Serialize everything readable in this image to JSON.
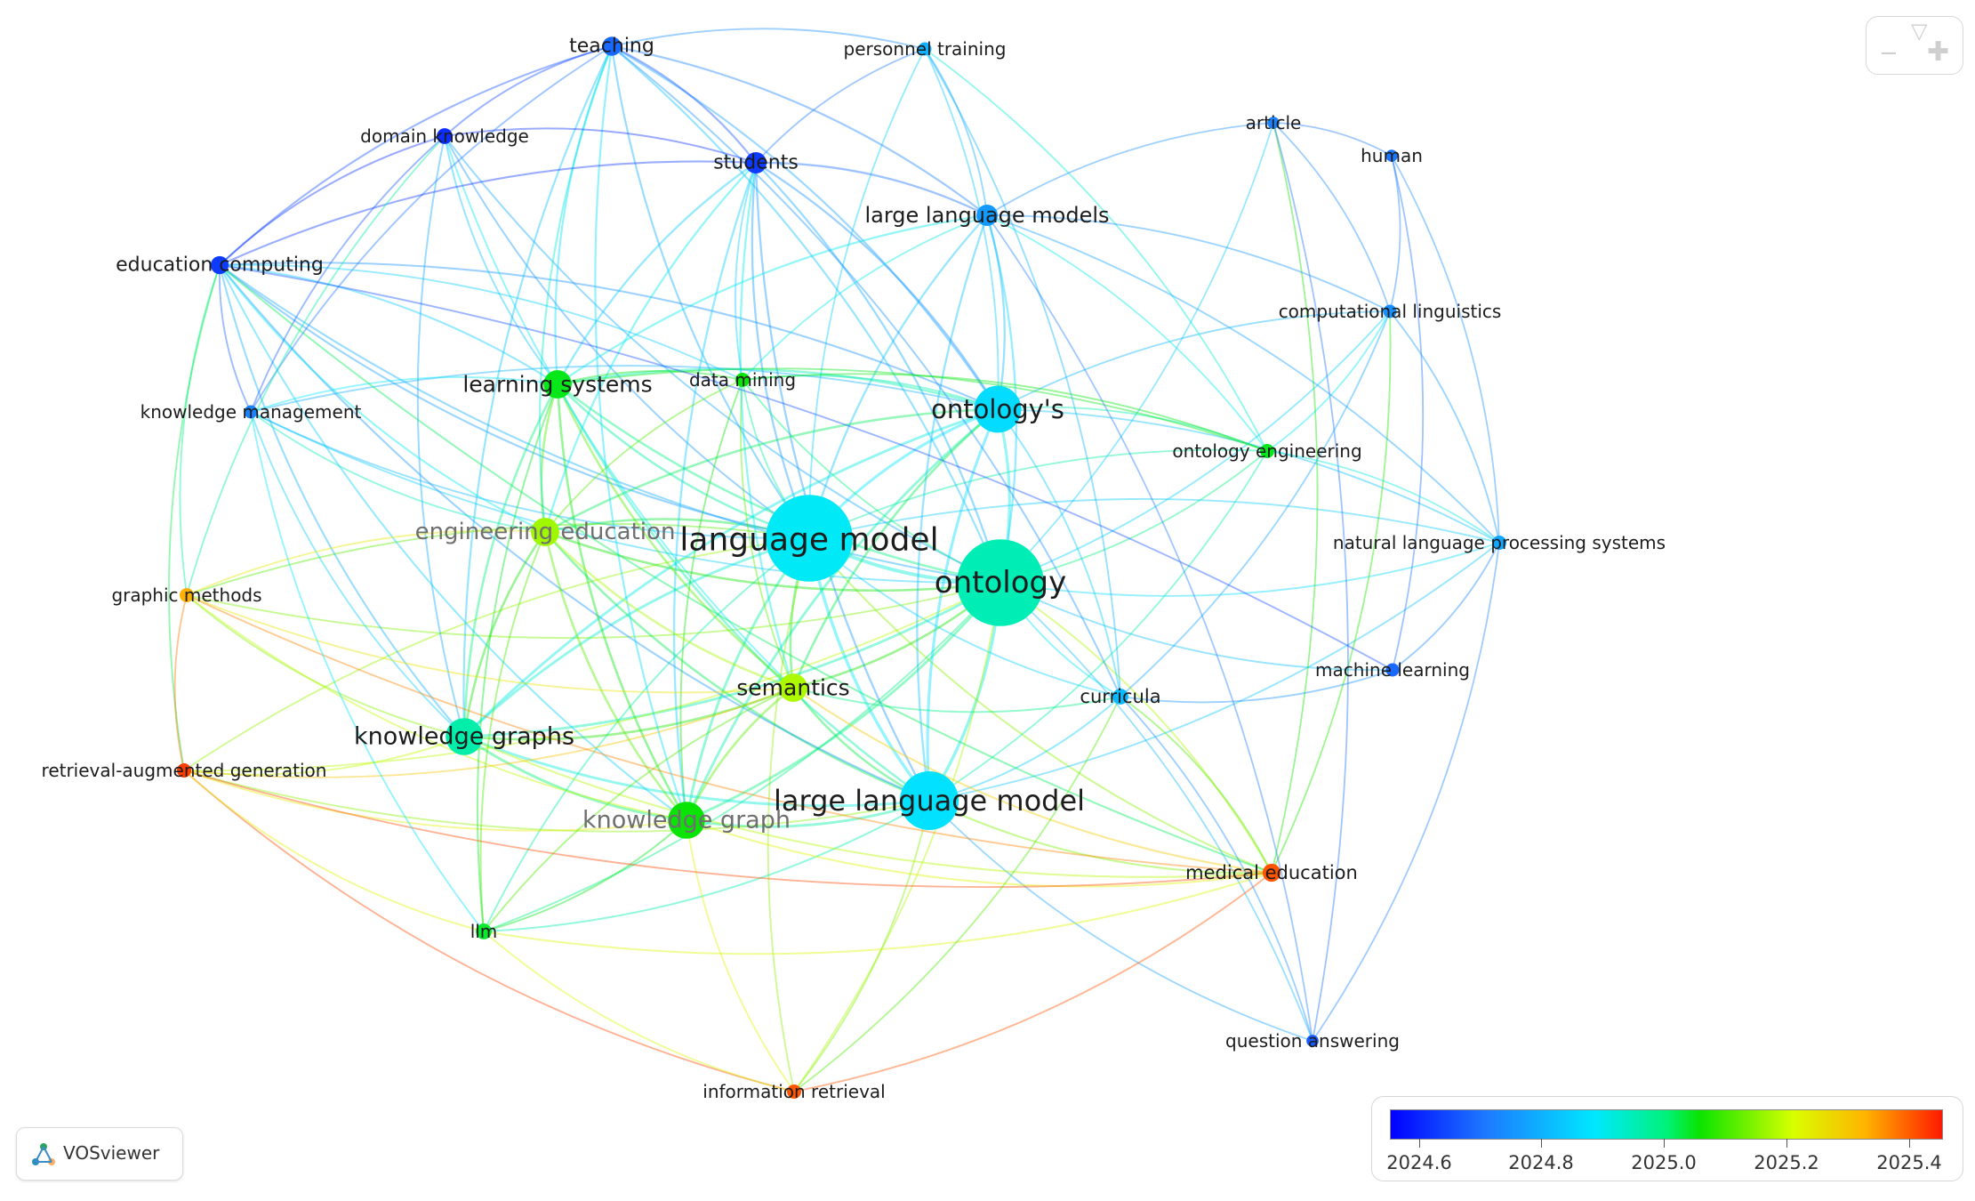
{
  "legend": {
    "ticks": [
      "2024.6",
      "2024.8",
      "2025.0",
      "2025.2",
      "2025.4"
    ],
    "min": 2024.5,
    "max": 2025.45
  },
  "brand": {
    "name": "VOSviewer"
  },
  "nodes": [
    {
      "id": "language model",
      "year": 2024.86,
      "weight": 5
    },
    {
      "id": "ontology",
      "year": 2024.92,
      "weight": 5
    },
    {
      "id": "large language model",
      "year": 2024.84,
      "weight": 4
    },
    {
      "id": "ontology's",
      "year": 2024.83,
      "weight": 3.5
    },
    {
      "id": "knowledge graphs",
      "year": 2024.93,
      "weight": 3
    },
    {
      "id": "knowledge graph",
      "year": 2025.03,
      "weight": 3,
      "muted": true
    },
    {
      "id": "semantics",
      "year": 2025.16,
      "weight": 2.5
    },
    {
      "id": "engineering education",
      "year": 2025.15,
      "weight": 2.5,
      "muted": true
    },
    {
      "id": "learning systems",
      "year": 2025.02,
      "weight": 2.5
    },
    {
      "id": "large language models",
      "year": 2024.72,
      "weight": 2
    },
    {
      "id": "students",
      "year": 2024.58,
      "weight": 2
    },
    {
      "id": "teaching",
      "year": 2024.64,
      "weight": 1.8
    },
    {
      "id": "education computing",
      "year": 2024.58,
      "weight": 1.7
    },
    {
      "id": "domain knowledge",
      "year": 2024.56,
      "weight": 1.5
    },
    {
      "id": "data mining",
      "year": 2025.03,
      "weight": 1.3
    },
    {
      "id": "knowledge management",
      "year": 2024.68,
      "weight": 1.2
    },
    {
      "id": "graphic methods",
      "year": 2025.32,
      "weight": 1.3
    },
    {
      "id": "retrieval-augmented generation",
      "year": 2025.42,
      "weight": 1.3
    },
    {
      "id": "personnel training",
      "year": 2024.76,
      "weight": 1.2
    },
    {
      "id": "article",
      "year": 2024.68,
      "weight": 1
    },
    {
      "id": "human",
      "year": 2024.66,
      "weight": 1
    },
    {
      "id": "computational linguistics",
      "year": 2024.7,
      "weight": 1.2
    },
    {
      "id": "ontology engineering",
      "year": 2025.02,
      "weight": 1.3
    },
    {
      "id": "natural language processing systems",
      "year": 2024.74,
      "weight": 1.3
    },
    {
      "id": "machine learning",
      "year": 2024.64,
      "weight": 1.2
    },
    {
      "id": "curricula",
      "year": 2024.77,
      "weight": 1.5
    },
    {
      "id": "medical education",
      "year": 2025.4,
      "weight": 1.7
    },
    {
      "id": "llm",
      "year": 2025.01,
      "weight": 1.5
    },
    {
      "id": "question answering",
      "year": 2024.62,
      "weight": 1
    },
    {
      "id": "information retrieval",
      "year": 2025.4,
      "weight": 1.3
    }
  ],
  "links": [
    [
      "language model",
      "ontology"
    ],
    [
      "language model",
      "large language model"
    ],
    [
      "language model",
      "ontology's"
    ],
    [
      "language model",
      "knowledge graphs"
    ],
    [
      "language model",
      "knowledge graph"
    ],
    [
      "language model",
      "semantics"
    ],
    [
      "language model",
      "engineering education"
    ],
    [
      "language model",
      "learning systems"
    ],
    [
      "language model",
      "large language models"
    ],
    [
      "language model",
      "students"
    ],
    [
      "language model",
      "teaching"
    ],
    [
      "language model",
      "education computing"
    ],
    [
      "language model",
      "domain knowledge"
    ],
    [
      "language model",
      "data mining"
    ],
    [
      "language model",
      "knowledge management"
    ],
    [
      "language model",
      "graphic methods"
    ],
    [
      "language model",
      "retrieval-augmented generation"
    ],
    [
      "language model",
      "personnel training"
    ],
    [
      "language model",
      "curricula"
    ],
    [
      "language model",
      "llm"
    ],
    [
      "language model",
      "medical education"
    ],
    [
      "language model",
      "information retrieval"
    ],
    [
      "language model",
      "ontology engineering"
    ],
    [
      "language model",
      "natural language processing systems"
    ],
    [
      "ontology",
      "large language model"
    ],
    [
      "ontology",
      "ontology's"
    ],
    [
      "ontology",
      "knowledge graphs"
    ],
    [
      "ontology",
      "knowledge graph"
    ],
    [
      "ontology",
      "semantics"
    ],
    [
      "ontology",
      "engineering education"
    ],
    [
      "ontology",
      "learning systems"
    ],
    [
      "ontology",
      "large language models"
    ],
    [
      "ontology",
      "students"
    ],
    [
      "ontology",
      "teaching"
    ],
    [
      "ontology",
      "education computing"
    ],
    [
      "ontology",
      "data mining"
    ],
    [
      "ontology",
      "ontology engineering"
    ],
    [
      "ontology",
      "natural language processing systems"
    ],
    [
      "ontology",
      "machine learning"
    ],
    [
      "ontology",
      "curricula"
    ],
    [
      "ontology",
      "medical education"
    ],
    [
      "ontology",
      "computational linguistics"
    ],
    [
      "ontology",
      "article"
    ],
    [
      "ontology",
      "question answering"
    ],
    [
      "ontology",
      "domain knowledge"
    ],
    [
      "ontology",
      "knowledge management"
    ],
    [
      "ontology",
      "graphic methods"
    ],
    [
      "ontology",
      "retrieval-augmented generation"
    ],
    [
      "ontology",
      "information retrieval"
    ],
    [
      "ontology",
      "llm"
    ],
    [
      "large language model",
      "ontology's"
    ],
    [
      "large language model",
      "knowledge graphs"
    ],
    [
      "large language model",
      "knowledge graph"
    ],
    [
      "large language model",
      "semantics"
    ],
    [
      "large language model",
      "engineering education"
    ],
    [
      "large language model",
      "learning systems"
    ],
    [
      "large language model",
      "large language models"
    ],
    [
      "large language model",
      "students"
    ],
    [
      "large language model",
      "education computing"
    ],
    [
      "large language model",
      "curricula"
    ],
    [
      "large language model",
      "medical education"
    ],
    [
      "large language model",
      "question answering"
    ],
    [
      "large language model",
      "natural language processing systems"
    ],
    [
      "large language model",
      "retrieval-augmented generation"
    ],
    [
      "large language model",
      "information retrieval"
    ],
    [
      "large language model",
      "llm"
    ],
    [
      "large language model",
      "ontology engineering"
    ],
    [
      "ontology's",
      "knowledge graphs"
    ],
    [
      "ontology's",
      "knowledge graph"
    ],
    [
      "ontology's",
      "semantics"
    ],
    [
      "ontology's",
      "engineering education"
    ],
    [
      "ontology's",
      "learning systems"
    ],
    [
      "ontology's",
      "large language models"
    ],
    [
      "ontology's",
      "students"
    ],
    [
      "ontology's",
      "teaching"
    ],
    [
      "ontology's",
      "education computing"
    ],
    [
      "ontology's",
      "data mining"
    ],
    [
      "ontology's",
      "ontology engineering"
    ],
    [
      "ontology's",
      "natural language processing systems"
    ],
    [
      "ontology's",
      "computational linguistics"
    ],
    [
      "ontology's",
      "curricula"
    ],
    [
      "ontology's",
      "personnel training"
    ],
    [
      "ontology's",
      "knowledge management"
    ],
    [
      "knowledge graphs",
      "knowledge graph"
    ],
    [
      "knowledge graphs",
      "semantics"
    ],
    [
      "knowledge graphs",
      "engineering education"
    ],
    [
      "knowledge graphs",
      "learning systems"
    ],
    [
      "knowledge graphs",
      "education computing"
    ],
    [
      "knowledge graphs",
      "domain knowledge"
    ],
    [
      "knowledge graphs",
      "knowledge management"
    ],
    [
      "knowledge graphs",
      "graphic methods"
    ],
    [
      "knowledge graphs",
      "retrieval-augmented generation"
    ],
    [
      "knowledge graphs",
      "teaching"
    ],
    [
      "knowledge graphs",
      "medical education"
    ],
    [
      "knowledge graph",
      "semantics"
    ],
    [
      "knowledge graph",
      "engineering education"
    ],
    [
      "knowledge graph",
      "learning systems"
    ],
    [
      "knowledge graph",
      "llm"
    ],
    [
      "knowledge graph",
      "retrieval-augmented generation"
    ],
    [
      "knowledge graph",
      "graphic methods"
    ],
    [
      "knowledge graph",
      "data mining"
    ],
    [
      "knowledge graph",
      "medical education"
    ],
    [
      "knowledge graph",
      "information retrieval"
    ],
    [
      "knowledge graph",
      "students"
    ],
    [
      "knowledge graph",
      "teaching"
    ],
    [
      "knowledge graph",
      "education computing"
    ],
    [
      "semantics",
      "engineering education"
    ],
    [
      "semantics",
      "learning systems"
    ],
    [
      "semantics",
      "data mining"
    ],
    [
      "semantics",
      "llm"
    ],
    [
      "semantics",
      "graphic methods"
    ],
    [
      "semantics",
      "curricula"
    ],
    [
      "semantics",
      "students"
    ],
    [
      "semantics",
      "domain knowledge"
    ],
    [
      "semantics",
      "retrieval-augmented generation"
    ],
    [
      "semantics",
      "medical education"
    ],
    [
      "engineering education",
      "learning systems"
    ],
    [
      "engineering education",
      "education computing"
    ],
    [
      "engineering education",
      "students"
    ],
    [
      "engineering education",
      "teaching"
    ],
    [
      "engineering education",
      "graphic methods"
    ],
    [
      "engineering education",
      "llm"
    ],
    [
      "engineering education",
      "data mining"
    ],
    [
      "engineering education",
      "knowledge management"
    ],
    [
      "learning systems",
      "teaching"
    ],
    [
      "learning systems",
      "students"
    ],
    [
      "learning systems",
      "education computing"
    ],
    [
      "learning systems",
      "domain knowledge"
    ],
    [
      "learning systems",
      "data mining"
    ],
    [
      "learning systems",
      "llm"
    ],
    [
      "learning systems",
      "ontology engineering"
    ],
    [
      "learning systems",
      "large language models"
    ],
    [
      "learning systems",
      "knowledge management"
    ],
    [
      "teaching",
      "students"
    ],
    [
      "teaching",
      "domain knowledge"
    ],
    [
      "teaching",
      "education computing"
    ],
    [
      "teaching",
      "personnel training"
    ],
    [
      "teaching",
      "large language models"
    ],
    [
      "teaching",
      "knowledge management"
    ],
    [
      "teaching",
      "curricula"
    ],
    [
      "students",
      "domain knowledge"
    ],
    [
      "students",
      "education computing"
    ],
    [
      "students",
      "personnel training"
    ],
    [
      "students",
      "large language models"
    ],
    [
      "domain knowledge",
      "education computing"
    ],
    [
      "domain knowledge",
      "knowledge management"
    ],
    [
      "domain knowledge",
      "graphic methods"
    ],
    [
      "education computing",
      "knowledge management"
    ],
    [
      "education computing",
      "graphic methods"
    ],
    [
      "education computing",
      "retrieval-augmented generation"
    ],
    [
      "education computing",
      "medical education"
    ],
    [
      "graphic methods",
      "retrieval-augmented generation"
    ],
    [
      "graphic methods",
      "medical education"
    ],
    [
      "retrieval-augmented generation",
      "information retrieval"
    ],
    [
      "retrieval-augmented generation",
      "medical education"
    ],
    [
      "retrieval-augmented generation",
      "llm"
    ],
    [
      "medical education",
      "information retrieval"
    ],
    [
      "medical education",
      "computational linguistics"
    ],
    [
      "medical education",
      "article"
    ],
    [
      "medical education",
      "llm"
    ],
    [
      "medical education",
      "curricula"
    ],
    [
      "information retrieval",
      "curricula"
    ],
    [
      "information retrieval",
      "llm"
    ],
    [
      "personnel training",
      "large language models"
    ],
    [
      "personnel training",
      "curricula"
    ],
    [
      "personnel training",
      "ontology engineering"
    ],
    [
      "article",
      "human"
    ],
    [
      "article",
      "computational linguistics"
    ],
    [
      "article",
      "large language models"
    ],
    [
      "article",
      "question answering"
    ],
    [
      "human",
      "computational linguistics"
    ],
    [
      "human",
      "natural language processing systems"
    ],
    [
      "human",
      "machine learning"
    ],
    [
      "computational linguistics",
      "natural language processing systems"
    ],
    [
      "computational linguistics",
      "large language models"
    ],
    [
      "computational linguistics",
      "curricula"
    ],
    [
      "computational linguistics",
      "ontology engineering"
    ],
    [
      "natural language processing systems",
      "machine learning"
    ],
    [
      "natural language processing systems",
      "large language models"
    ],
    [
      "natural language processing systems",
      "ontology engineering"
    ],
    [
      "natural language processing systems",
      "question answering"
    ],
    [
      "machine learning",
      "curricula"
    ],
    [
      "machine learning",
      "education computing"
    ],
    [
      "question answering",
      "curricula"
    ],
    [
      "question answering",
      "large language models"
    ],
    [
      "ontology engineering",
      "large language models"
    ],
    [
      "ontology engineering",
      "data mining"
    ],
    [
      "data mining",
      "students"
    ],
    [
      "data mining",
      "large language models"
    ],
    [
      "data mining",
      "education computing"
    ],
    [
      "llm",
      "knowledge management"
    ]
  ]
}
